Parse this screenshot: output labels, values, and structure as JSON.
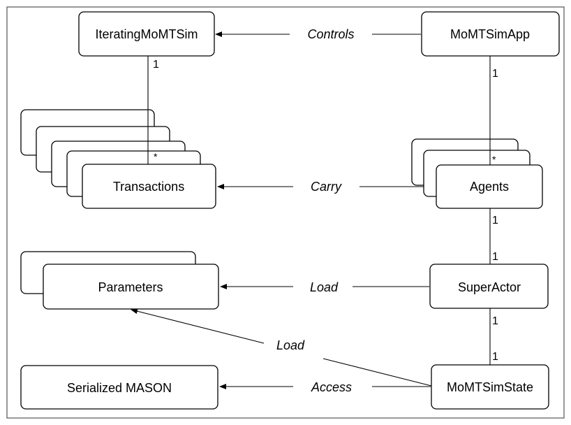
{
  "colors": {
    "stroke": "#000000",
    "frame": "#555555",
    "background": "#ffffff"
  },
  "nodes": {
    "iterating": "IteratingMoMTSim",
    "app": "MoMTSimApp",
    "transactions": "Transactions",
    "agents": "Agents",
    "parameters": "Parameters",
    "superactor": "SuperActor",
    "serialized": "Serialized MASON",
    "state": "MoMTSimState"
  },
  "relations": {
    "controls": "Controls",
    "carry": "Carry",
    "load_params": "Load",
    "load_state": "Load",
    "access": "Access"
  },
  "multiplicities": {
    "iterating_to_transactions_one": "1",
    "iterating_to_transactions_many": "*",
    "app_to_agents_one": "1",
    "app_to_agents_many": "*",
    "agents_to_superactor_a": "1",
    "agents_to_superactor_b": "1",
    "superactor_to_state_a": "1",
    "superactor_to_state_b": "1"
  }
}
